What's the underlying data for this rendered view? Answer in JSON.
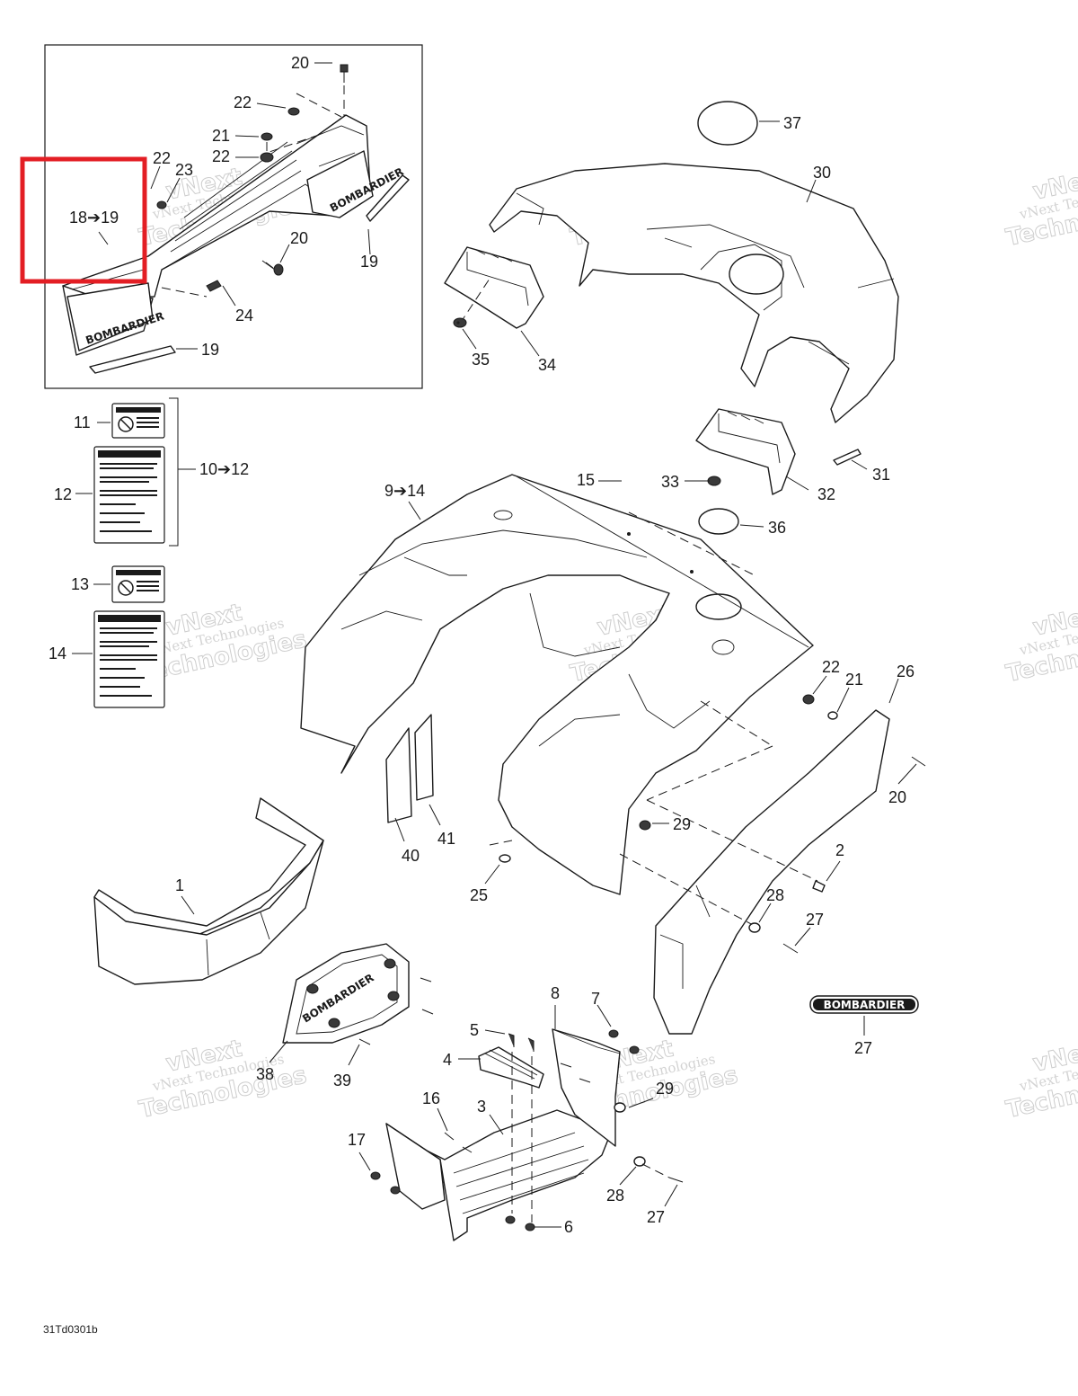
{
  "diagram": {
    "drawing_code": "31Td0301b",
    "brand_text": "BOMBARDIER",
    "watermark": {
      "line1": "vNext",
      "line2": "vNext Technologies",
      "line3": "Technologies"
    },
    "highlight_color": "#e31e24",
    "callouts": [
      {
        "id": "c20a",
        "text": "20"
      },
      {
        "id": "c22a",
        "text": "22"
      },
      {
        "id": "c21a",
        "text": "21"
      },
      {
        "id": "c22b",
        "text": "22"
      },
      {
        "id": "c22c",
        "text": "22"
      },
      {
        "id": "c23",
        "text": "23"
      },
      {
        "id": "c18",
        "text": "18➔19"
      },
      {
        "id": "c20b",
        "text": "20"
      },
      {
        "id": "c19a",
        "text": "19"
      },
      {
        "id": "c24",
        "text": "24"
      },
      {
        "id": "c19b",
        "text": "19"
      },
      {
        "id": "c37",
        "text": "37"
      },
      {
        "id": "c30",
        "text": "30"
      },
      {
        "id": "c35",
        "text": "35"
      },
      {
        "id": "c34",
        "text": "34"
      },
      {
        "id": "c11",
        "text": "11"
      },
      {
        "id": "c1012",
        "text": "10➔12"
      },
      {
        "id": "c12",
        "text": "12"
      },
      {
        "id": "c13",
        "text": "13"
      },
      {
        "id": "c14",
        "text": "14"
      },
      {
        "id": "c914",
        "text": "9➔14"
      },
      {
        "id": "c15",
        "text": "15"
      },
      {
        "id": "c33",
        "text": "33"
      },
      {
        "id": "c32",
        "text": "32"
      },
      {
        "id": "c31",
        "text": "31"
      },
      {
        "id": "c36",
        "text": "36"
      },
      {
        "id": "c22d",
        "text": "22"
      },
      {
        "id": "c21b",
        "text": "21"
      },
      {
        "id": "c26",
        "text": "26"
      },
      {
        "id": "c20c",
        "text": "20"
      },
      {
        "id": "c29a",
        "text": "29"
      },
      {
        "id": "c2",
        "text": "2"
      },
      {
        "id": "c40",
        "text": "40"
      },
      {
        "id": "c41",
        "text": "41"
      },
      {
        "id": "c25",
        "text": "25"
      },
      {
        "id": "c28a",
        "text": "28"
      },
      {
        "id": "c27a",
        "text": "27"
      },
      {
        "id": "c1",
        "text": "1"
      },
      {
        "id": "c8",
        "text": "8"
      },
      {
        "id": "c7",
        "text": "7"
      },
      {
        "id": "c5",
        "text": "5"
      },
      {
        "id": "c4",
        "text": "4"
      },
      {
        "id": "c27b",
        "text": "27"
      },
      {
        "id": "c38",
        "text": "38"
      },
      {
        "id": "c39",
        "text": "39"
      },
      {
        "id": "c29b",
        "text": "29"
      },
      {
        "id": "c16",
        "text": "16"
      },
      {
        "id": "c3",
        "text": "3"
      },
      {
        "id": "c17",
        "text": "17"
      },
      {
        "id": "c28b",
        "text": "28"
      },
      {
        "id": "c27c",
        "text": "27"
      },
      {
        "id": "c6",
        "text": "6"
      }
    ]
  }
}
